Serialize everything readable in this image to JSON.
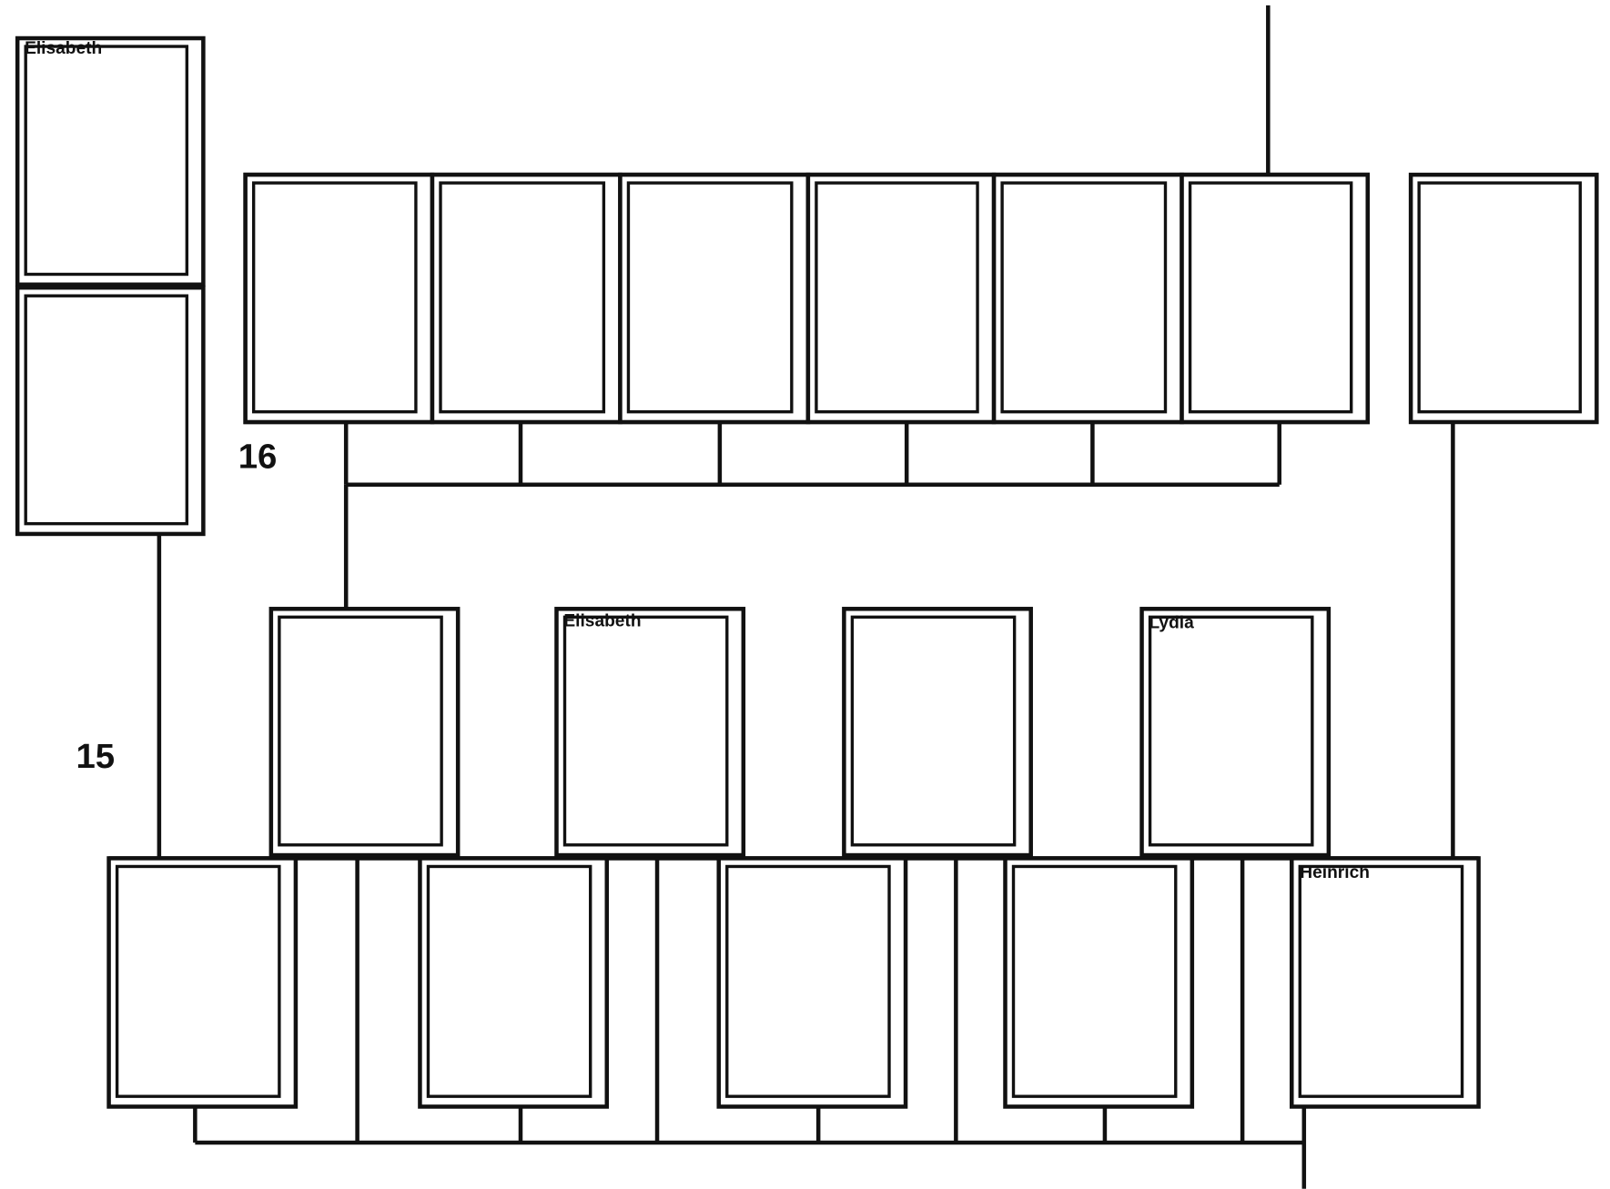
{
  "generation_labels": {
    "upper": "16",
    "lower": "15"
  },
  "names": {
    "left_top": "Elisabeth",
    "middle_2": "Elisabeth",
    "middle_4": "Lydia",
    "bottom_5": "Heinrich"
  },
  "colors": {
    "line": "#111111",
    "background": "#ffffff"
  }
}
